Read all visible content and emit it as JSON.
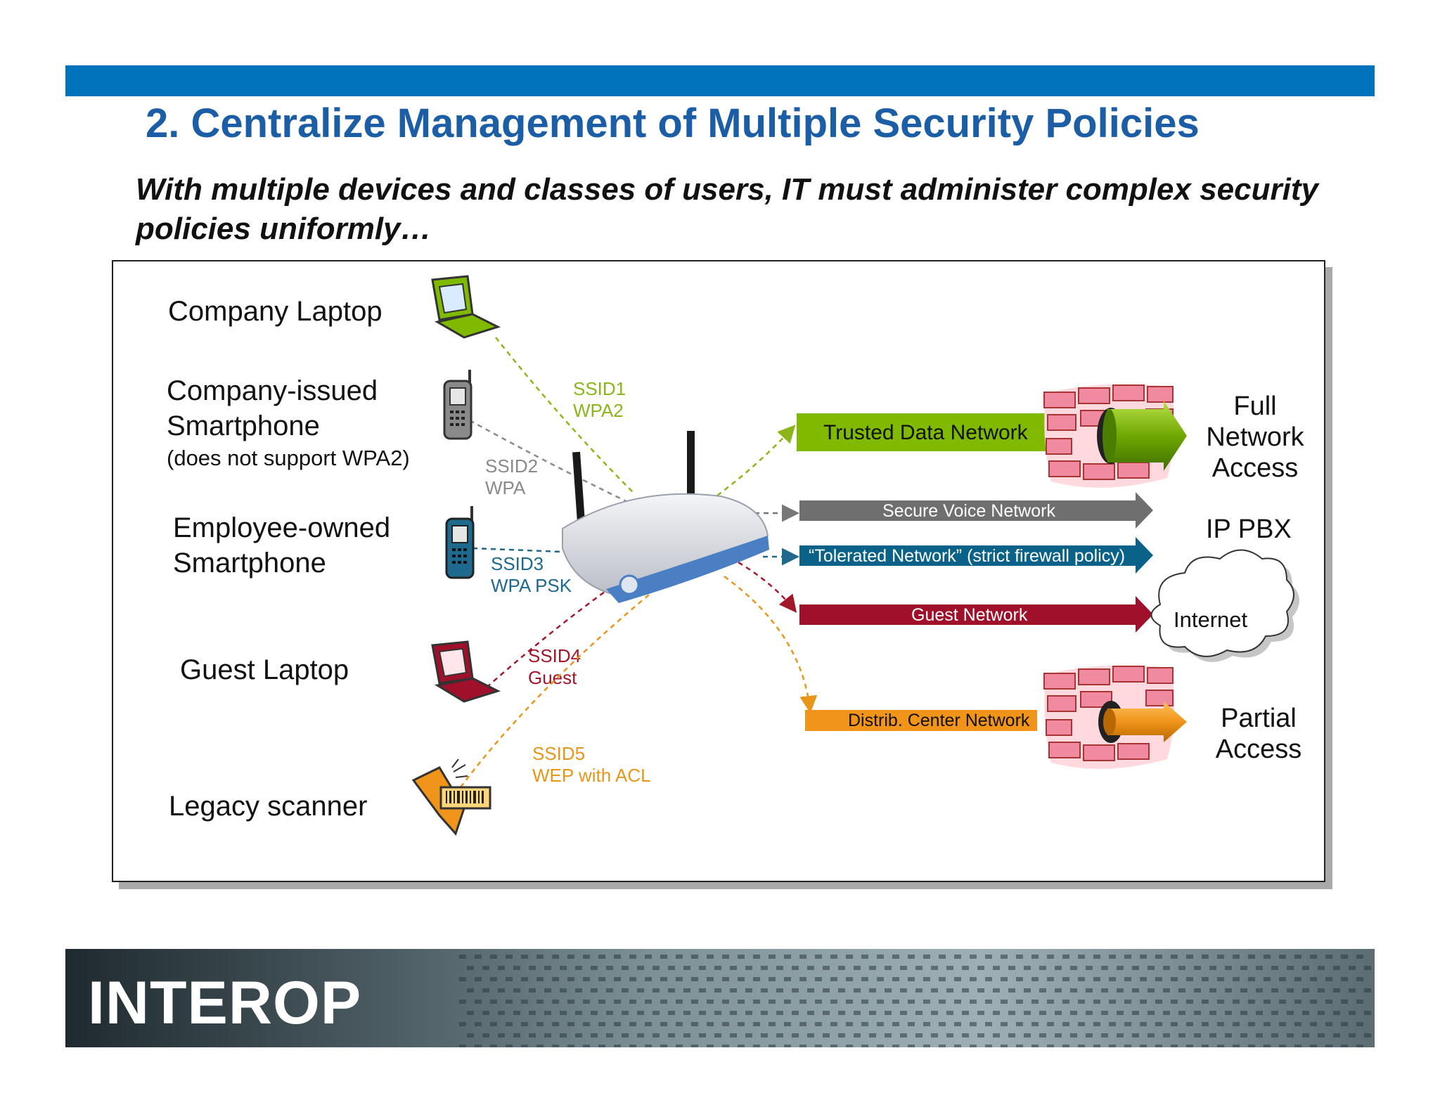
{
  "header": {
    "title": "2. Centralize Management of Multiple Security Policies",
    "subtitle": "With multiple devices and classes of users, IT must administer complex security policies uniformly…"
  },
  "devices": [
    {
      "label": "Company Laptop",
      "note": ""
    },
    {
      "label": "Company-issued Smartphone",
      "note": "(does not support WPA2)"
    },
    {
      "label": "Employee-owned Smartphone",
      "note": ""
    },
    {
      "label": "Guest Laptop",
      "note": ""
    },
    {
      "label": "Legacy scanner",
      "note": ""
    }
  ],
  "ssids": [
    {
      "name": "SSID1",
      "security": "WPA2",
      "color": "#8ab61a"
    },
    {
      "name": "SSID2",
      "security": "WPA",
      "color": "#8a8a8a"
    },
    {
      "name": "SSID3",
      "security": "WPA PSK",
      "color": "#1d6a8e"
    },
    {
      "name": "SSID4",
      "security": "Guest",
      "color": "#a3172b"
    },
    {
      "name": "SSID5",
      "security": "WEP with ACL",
      "color": "#e8961a"
    }
  ],
  "networks": [
    {
      "name": "Trusted Data Network",
      "color": "#7fba00",
      "text_color": "#111111"
    },
    {
      "name": "Secure Voice Network",
      "color": "#6f6f6f",
      "text_color": "#ffffff"
    },
    {
      "name": "“Tolerated Network” (strict firewall policy)",
      "color": "#0a6288",
      "text_color": "#ffffff"
    },
    {
      "name": "Guest Network",
      "color": "#a0102a",
      "text_color": "#ffffff"
    },
    {
      "name": "Distrib. Center Network",
      "color": "#f0941a",
      "text_color": "#111111"
    }
  ],
  "destinations": {
    "full_access": [
      "Full",
      "Network",
      "Access"
    ],
    "ip_pbx": "IP PBX",
    "internet": "Internet",
    "partial_access": [
      "Partial",
      "Access"
    ]
  },
  "footer": {
    "logo": "INTEROP"
  }
}
